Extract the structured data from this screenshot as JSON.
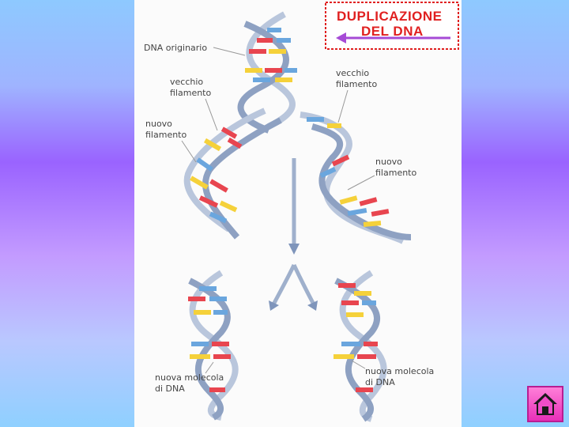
{
  "diagram": {
    "title_line1": "DUPLICAZIONE",
    "title_line2": "DEL DNA",
    "labels": {
      "original_dna": "DNA originario",
      "old_strand_left_1": "vecchio",
      "old_strand_left_2": "filamento",
      "new_strand_left_1": "nuovo",
      "new_strand_left_2": "filamento",
      "old_strand_right_1": "vecchio",
      "old_strand_right_2": "filamento",
      "new_strand_right_1": "nuovo",
      "new_strand_right_2": "filamento",
      "new_molecule_left_1": "nuova molecola",
      "new_molecule_left_2": "di DNA",
      "new_molecule_right_1": "nuova molecola",
      "new_molecule_right_2": "di DNA"
    },
    "colors": {
      "backbone": "#b9c6dc",
      "backbone_dark": "#8ea1c2",
      "base_red": "#e8454f",
      "base_yellow": "#f5d13a",
      "base_blue": "#6aa6de",
      "title_red": "#e02020",
      "arrow_purple": "#a64bd6",
      "home_button": "#f04dc8"
    }
  },
  "nav": {
    "home_icon": "home-icon"
  }
}
